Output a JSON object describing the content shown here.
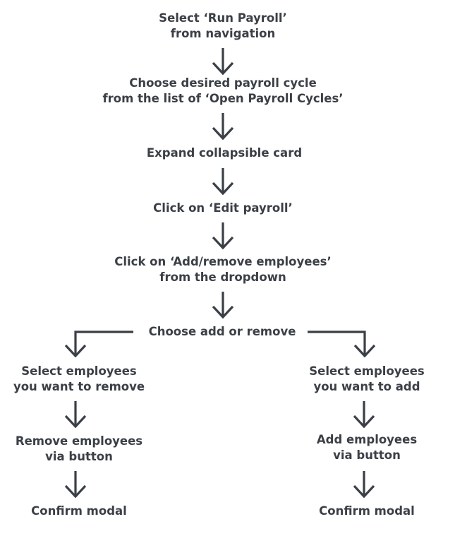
{
  "steps": {
    "run_payroll": [
      "Select ‘Run Payroll’",
      "from navigation"
    ],
    "choose_cycle": [
      "Choose desired payroll cycle",
      "from the list of ‘Open Payroll Cycles’"
    ],
    "expand_card": [
      "Expand collapsible card"
    ],
    "edit_payroll": [
      "Click on ‘Edit payroll’"
    ],
    "add_remove": [
      "Click on ‘Add/remove employees’",
      "from the dropdown"
    ],
    "choose": [
      "Choose add or remove"
    ]
  },
  "remove_branch": {
    "select": [
      "Select employees",
      "you want to remove"
    ],
    "button": [
      "Remove employees",
      "via button"
    ],
    "confirm": [
      "Confirm modal"
    ]
  },
  "add_branch": {
    "select": [
      "Select employees",
      "you want to add"
    ],
    "button": [
      "Add employees",
      "via button"
    ],
    "confirm": [
      "Confirm modal"
    ]
  }
}
